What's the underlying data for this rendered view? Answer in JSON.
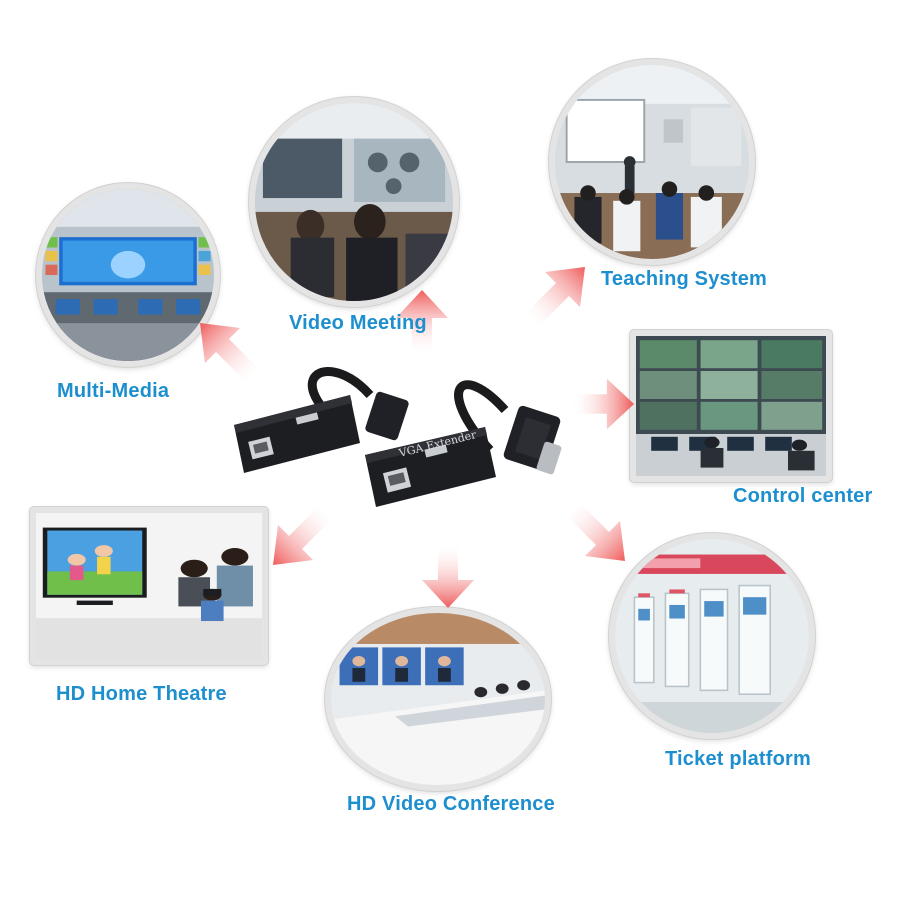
{
  "scenes": {
    "multi_media": "Multi-Media",
    "video_meeting": "Video Meeting",
    "teaching_system": "Teaching System",
    "control_center": "Control center",
    "hd_home_theatre": "HD Home Theatre",
    "hd_video_conference": "HD Video Conference",
    "ticket_platform": "Ticket platform"
  },
  "device": {
    "brand_text": "VGA Extender"
  },
  "colors": {
    "label": "#1d8fce",
    "arrow": "#ef5a5a"
  }
}
